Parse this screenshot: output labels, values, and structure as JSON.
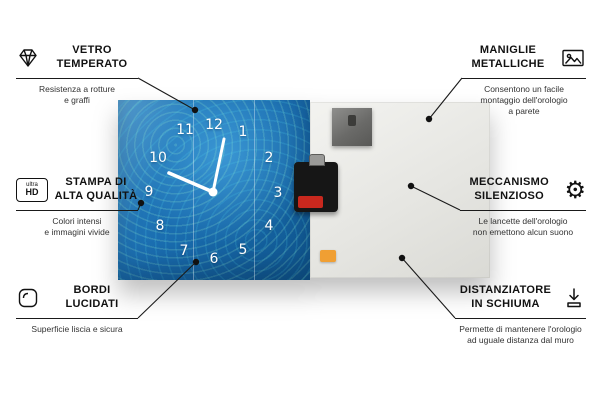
{
  "product": {
    "clock_numbers": [
      "12",
      "1",
      "2",
      "3",
      "4",
      "5",
      "6",
      "7",
      "8",
      "9",
      "10",
      "11"
    ]
  },
  "callouts": {
    "left": [
      {
        "icon": "diamond",
        "title": [
          "VETRO",
          "TEMPERATO"
        ],
        "desc": [
          "Resistenza a rotture",
          "e graffi"
        ]
      },
      {
        "icon": "ultra-hd",
        "icon_text": {
          "top": "ultra",
          "bottom": "HD"
        },
        "title": [
          "STAMPA DI",
          "ALTA QUALITÀ"
        ],
        "desc": [
          "Colori intensi",
          "e immagini vivide"
        ]
      },
      {
        "icon": "polished-edge",
        "title": [
          "BORDI",
          "LUCIDATI"
        ],
        "desc": [
          "Superficie liscia e sicura"
        ]
      }
    ],
    "right": [
      {
        "icon": "picture-frame",
        "title": [
          "MANIGLIE",
          "METALLICHE"
        ],
        "desc": [
          "Consentono un facile",
          "montaggio dell'orologio",
          "a parete"
        ]
      },
      {
        "icon": "gear",
        "glyph": "⚙",
        "title": [
          "MECCANISMO",
          "SILENZIOSO"
        ],
        "desc": [
          "Le lancette dell'orologio",
          "non emettono alcun suono"
        ]
      },
      {
        "icon": "foam-spacer",
        "title": [
          "DISTANZIATORE",
          "IN SCHIUMA"
        ],
        "desc": [
          "Permette di mantenere l'orologio",
          "ad uguale distanza dal muro"
        ]
      }
    ]
  },
  "colors": {
    "accent_blue": "#1a6db0",
    "foam_orange": "#f09f33",
    "battery_red": "#c8281e",
    "mechanism_black": "#161616"
  }
}
